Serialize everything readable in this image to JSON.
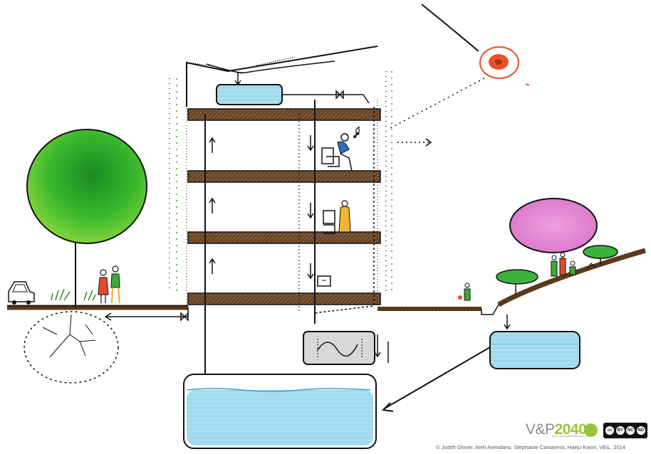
{
  "logo": {
    "brand": "V&P",
    "year": "2040",
    "url": "www.visionsandpathways.com"
  },
  "license": {
    "badge": "cc",
    "icons": [
      "BY",
      "NC",
      "ND"
    ],
    "colors": {
      "badge_bg": "#111111"
    }
  },
  "credit": "© Judith Glover, Areli Avendano, Stephanie Camarena, Haeju Kwon, VEiL, 2014",
  "colors": {
    "soil": "#6b4a2b",
    "water": "#9fd9ec",
    "tree_green": "#2fae2a",
    "tree_pink": "#e589d4",
    "sun": "#e8512a",
    "logo_green": "#9bc23c"
  },
  "icons": [
    "sun-icon",
    "tree-icon",
    "person-icon",
    "car-icon",
    "valve-icon",
    "music-note-icon"
  ]
}
